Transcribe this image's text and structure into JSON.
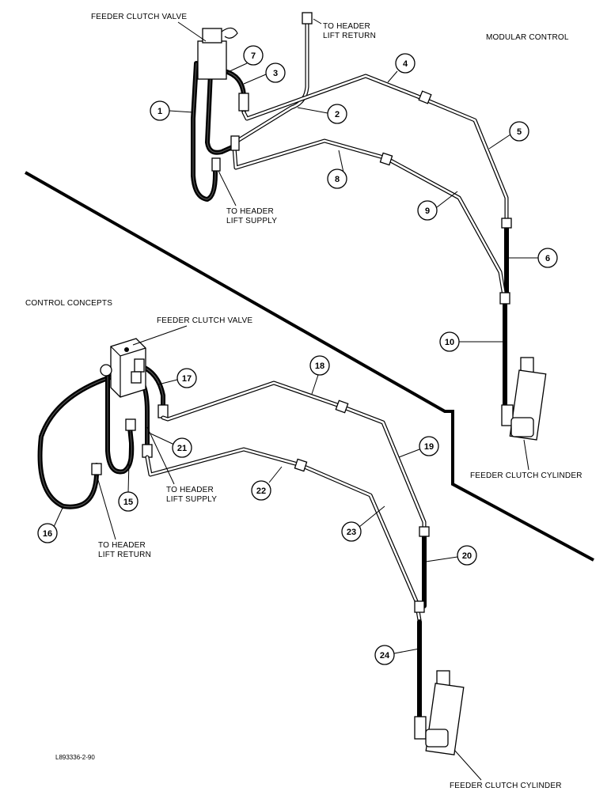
{
  "top_section": {
    "title": "MODULAR CONTROL",
    "valve_label": "FEEDER CLUTCH VALVE",
    "return_label_line1": "TO HEADER",
    "return_label_line2": "LIFT RETURN",
    "supply_label_line1": "TO HEADER",
    "supply_label_line2": "LIFT SUPPLY",
    "cylinder_label": "FEEDER CLUTCH CYLINDER",
    "callouts": [
      "1",
      "2",
      "3",
      "4",
      "5",
      "6",
      "7",
      "8",
      "9",
      "10"
    ]
  },
  "bottom_section": {
    "title": "CONTROL CONCEPTS",
    "valve_label": "FEEDER CLUTCH VALVE",
    "supply_label_line1": "TO HEADER",
    "supply_label_line2": "LIFT SUPPLY",
    "return_label_line1": "TO HEADER",
    "return_label_line2": "LIFT RETURN",
    "cylinder_label": "FEEDER CLUTCH CYLINDER",
    "callouts": [
      "15",
      "16",
      "17",
      "18",
      "19",
      "20",
      "21",
      "22",
      "23",
      "24"
    ]
  },
  "figure_code": "L893336-2-90"
}
